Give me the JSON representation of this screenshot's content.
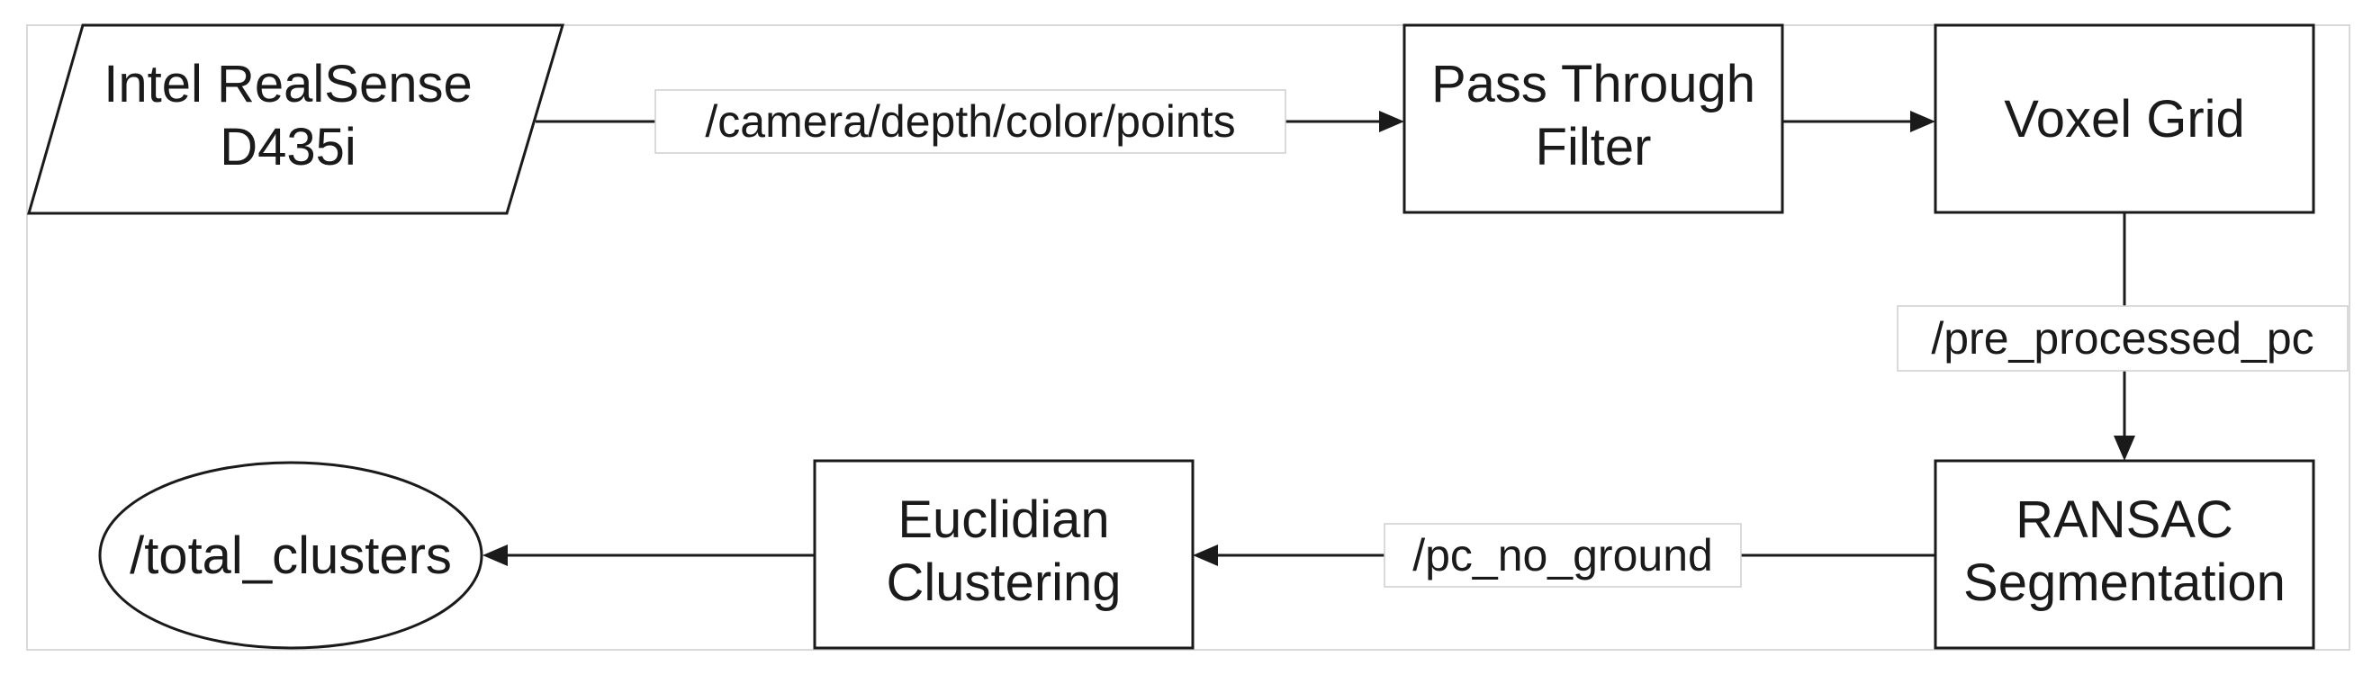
{
  "nodes": {
    "camera": {
      "line1": "Intel RealSense",
      "line2": "D435i"
    },
    "pass_through": {
      "line1": "Pass Through",
      "line2": "Filter"
    },
    "voxel_grid": {
      "line1": "Voxel Grid"
    },
    "ransac": {
      "line1": "RANSAC",
      "line2": "Segmentation"
    },
    "euclidian": {
      "line1": "Euclidian",
      "line2": "Clustering"
    },
    "total_clusters": {
      "line1": "/total_clusters"
    }
  },
  "edges": {
    "camera_to_pass": "/camera/depth/color/points",
    "voxel_to_ransac": "/pre_processed_pc",
    "ransac_to_euclidian": "/pc_no_ground"
  },
  "colors": {
    "stroke": "#1a1a1a",
    "background": "#ffffff",
    "label_border": "#cfcfcf"
  }
}
